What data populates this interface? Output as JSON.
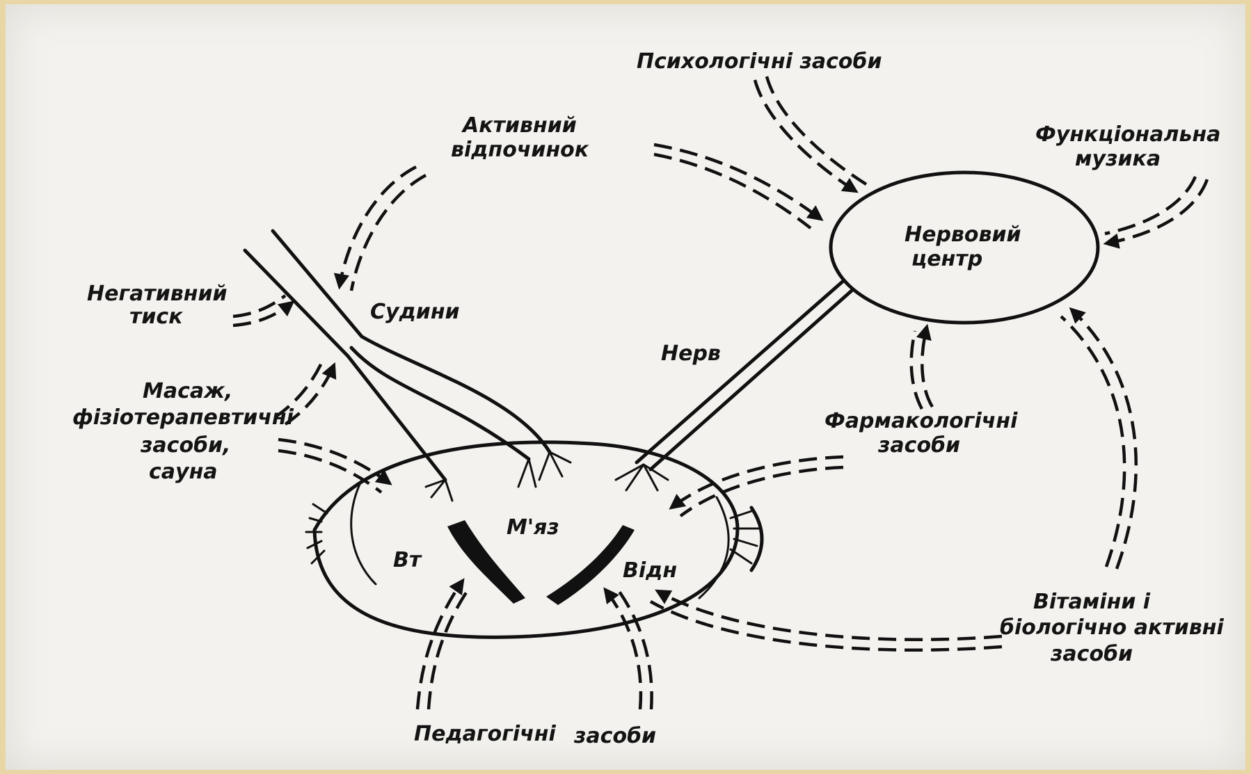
{
  "labels": {
    "psychological": "Психологічні засоби",
    "active_rest_line1": "Активний",
    "active_rest_line2": "відпочинок",
    "functional_music_line1": "Функціональна",
    "functional_music_line2": "музика",
    "nerve_center_line1": "Нервовий",
    "nerve_center_line2": "центр",
    "negative_pressure_line1": "Негативний",
    "negative_pressure_line2": "тиск",
    "vessels": "Судини",
    "nerve": "Нерв",
    "massage_line1": "Масаж,",
    "massage_line2": "фізіотерапевтичні",
    "massage_line3": "засоби,",
    "massage_line4": "сауна",
    "pharmacological_line1": "Фармакологічні",
    "pharmacological_line2": "засоби",
    "muscle": "М'яз",
    "vt": "Вт",
    "vidn": "Відн",
    "vitamins_line1": "Вітаміни і",
    "vitamins_line2": "біологічно активні",
    "vitamins_line3": "засоби",
    "pedagogical_line1": "Педагогічні",
    "pedagogical_line2": "засоби"
  },
  "colors": {
    "page_border": "#e9d6a6",
    "paper": "#f3f2ee",
    "ink": "#111111"
  }
}
